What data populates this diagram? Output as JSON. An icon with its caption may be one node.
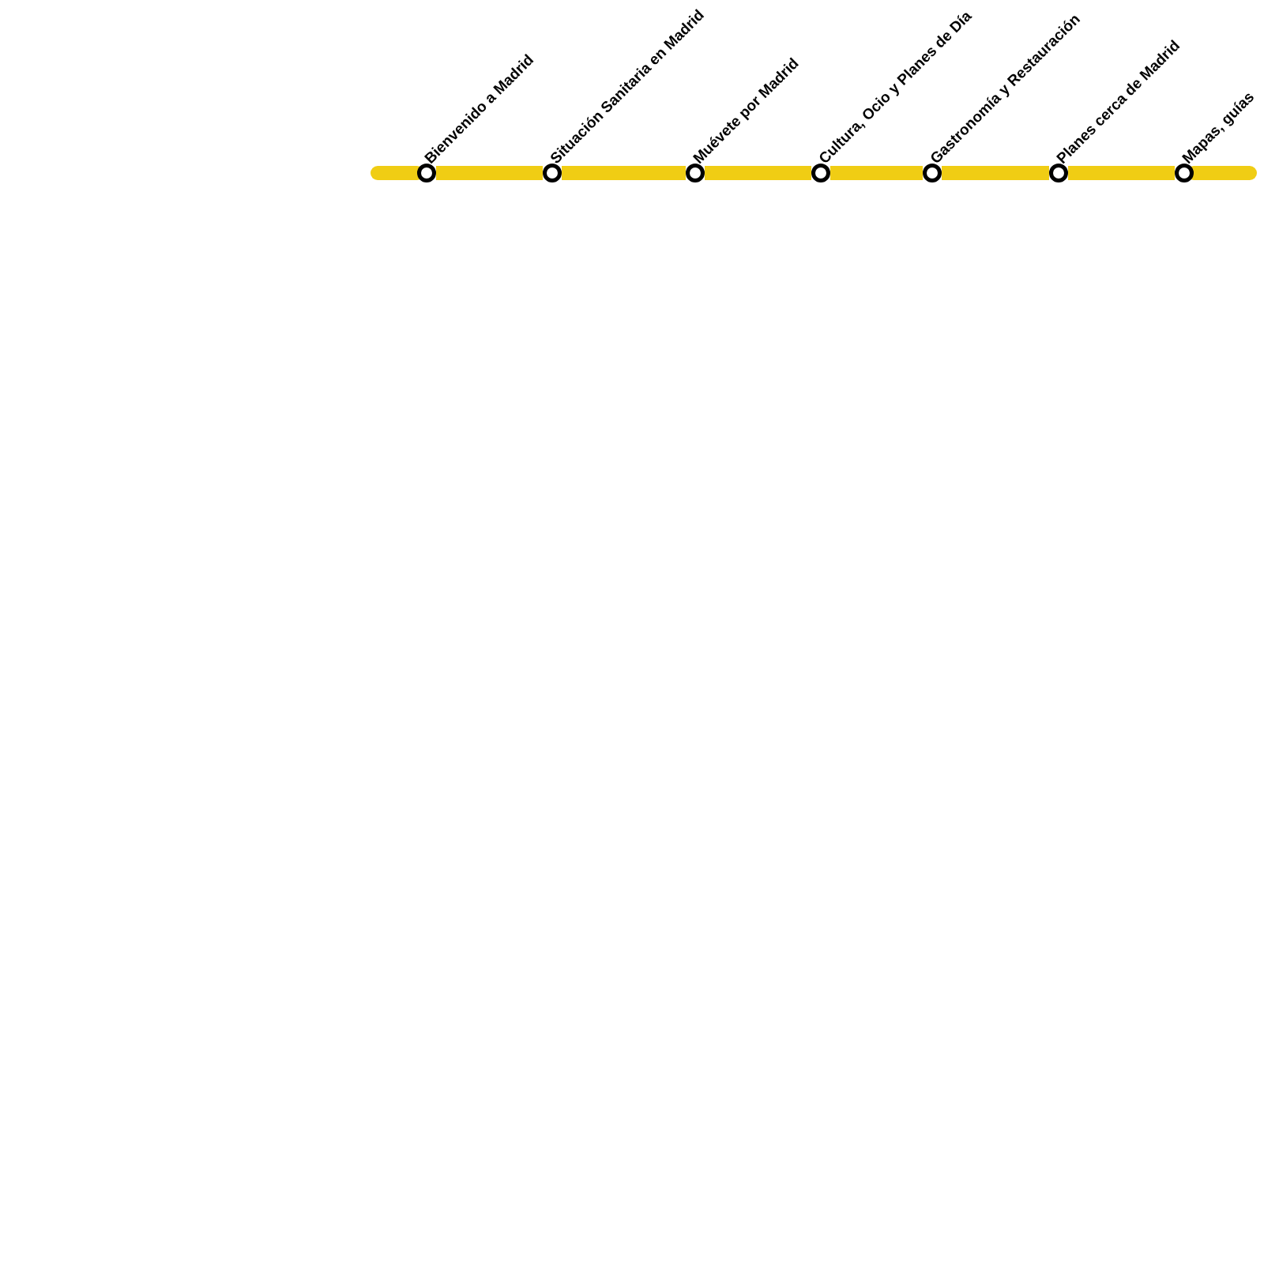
{
  "diagram": {
    "nodes": [
      {
        "text": [
          "Bienvenido a Madrid"
        ]
      },
      {
        "text": [
          "Situación Sanitaria en Madrid"
        ]
      },
      {
        "text": [
          "Muévete por Madrid"
        ]
      },
      {
        "text": [
          "Cultura, Ocio y Planes de Día"
        ]
      },
      {
        "text": [
          "Gastronomía y Restauración"
        ]
      },
      {
        "text": [
          "Planes cerca de Madrid"
        ]
      },
      {
        "text": [
          "Mapas, guías"
        ]
      }
    ],
    "edges": [
      {
        "from": null,
        "to": 0,
        "arrow": "none"
      },
      {
        "from": 0,
        "to": 1,
        "arrow": "none"
      },
      {
        "from": 1,
        "to": 2,
        "arrow": "none"
      },
      {
        "from": 2,
        "to": 3,
        "arrow": "none"
      },
      {
        "from": 3,
        "to": 4,
        "arrow": "none"
      },
      {
        "from": 4,
        "to": 5,
        "arrow": "none"
      },
      {
        "from": 5,
        "to": 6,
        "arrow": "none"
      },
      {
        "from": 6,
        "to": null,
        "arrow": "none"
      }
    ]
  }
}
